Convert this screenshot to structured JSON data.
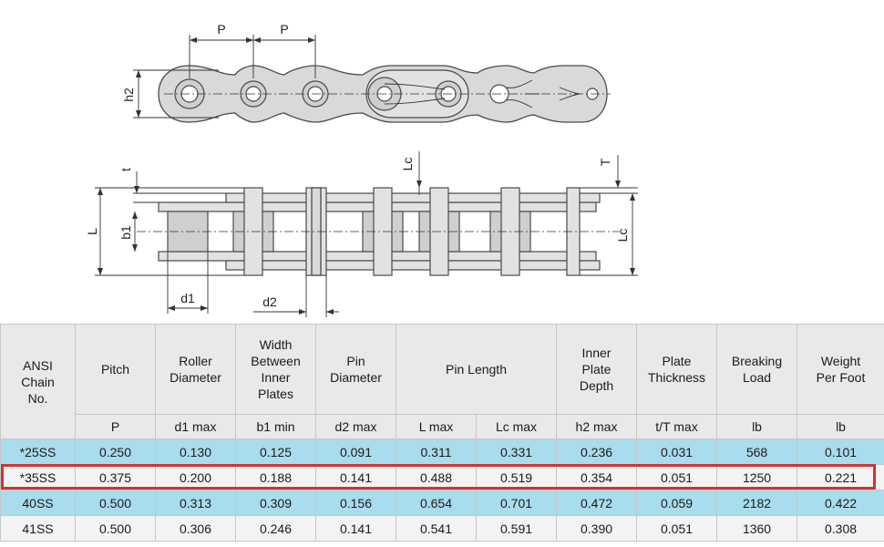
{
  "diagram": {
    "labels": {
      "pitch_1": "P",
      "pitch_2": "P",
      "h2": "h2",
      "t": "t",
      "L": "L",
      "b1": "b1",
      "Lc_top": "Lc",
      "Lc_side": "Lc",
      "T": "T",
      "d1": "d1",
      "d2": "d2"
    }
  },
  "table": {
    "headers": [
      "ANSI\nChain\nNo.",
      "Pitch",
      "Roller\nDiameter",
      "Width\nBetween\nInner\nPlates",
      "Pin\nDiameter",
      "Pin Length",
      "Inner\nPlate\nDepth",
      "Plate\nThickness",
      "Breaking\nLoad",
      "Weight\nPer Foot"
    ],
    "subheaders": [
      "P",
      "d1 max",
      "b1 min",
      "d2 max",
      "L max",
      "Lc max",
      "h2 max",
      "t/T max",
      "lb",
      "lb"
    ],
    "rows": [
      [
        "*25SS",
        "0.250",
        "0.130",
        "0.125",
        "0.091",
        "0.311",
        "0.331",
        "0.236",
        "0.031",
        "568",
        "0.101"
      ],
      [
        "*35SS",
        "0.375",
        "0.200",
        "0.188",
        "0.141",
        "0.488",
        "0.519",
        "0.354",
        "0.051",
        "1250",
        "0.221"
      ],
      [
        "40SS",
        "0.500",
        "0.313",
        "0.309",
        "0.156",
        "0.654",
        "0.701",
        "0.472",
        "0.059",
        "2182",
        "0.422"
      ],
      [
        "41SS",
        "0.500",
        "0.306",
        "0.246",
        "0.141",
        "0.541",
        "0.591",
        "0.390",
        "0.051",
        "1360",
        "0.308"
      ]
    ],
    "highlighted_row": "*35SS",
    "colors": {
      "row_blue": "#a9dcec",
      "row_gray": "#f3f3f3",
      "header": "#e9e9e9",
      "highlight": "#d23232"
    }
  }
}
